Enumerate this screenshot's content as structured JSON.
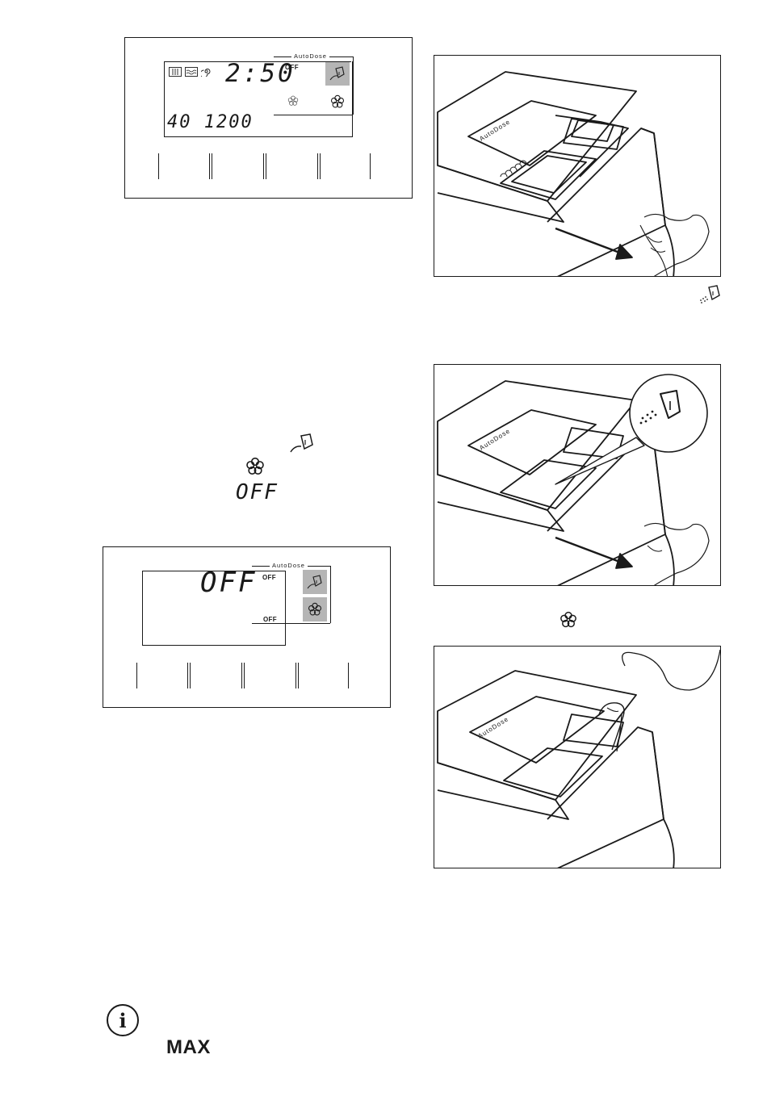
{
  "panel1": {
    "autodose_label": "AutoDose",
    "time": "2:50",
    "off": "OFF",
    "temp_spin": "40 1200",
    "icons": [
      "prewash-icon",
      "rinse-icon",
      "spin-icon",
      "detergent-icon",
      "softener-icon"
    ]
  },
  "inline_symbols": {
    "off_text": "OFF"
  },
  "panel2": {
    "autodose_label": "AutoDose",
    "main_off": "OFF",
    "off_top": "OFF",
    "off_bottom": "OFF"
  },
  "drawer": {
    "lid_label": "AutoDose"
  },
  "note": {
    "max_label": "MAX",
    "info_symbol": "i"
  },
  "colors": {
    "ink": "#1a1a1a",
    "highlight": "#b5b5b5"
  }
}
